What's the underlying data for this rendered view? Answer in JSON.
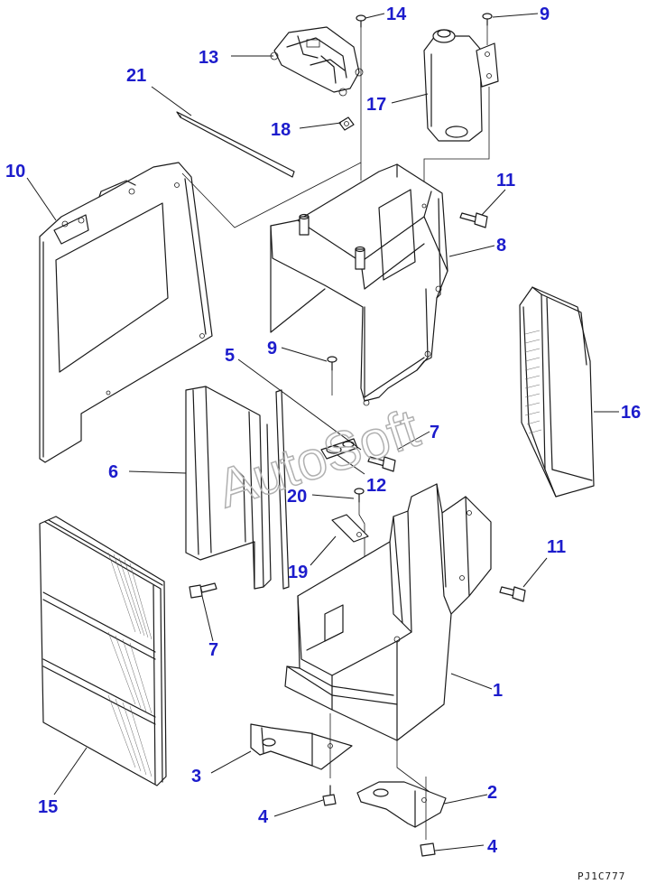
{
  "watermark": "AutoSoft",
  "drawing_code": "PJ1C777",
  "callouts": {
    "c14": "14",
    "c9a": "9",
    "c13": "13",
    "c17": "17",
    "c21": "21",
    "c18": "18",
    "c10": "10",
    "c11a": "11",
    "c8": "8",
    "c9b": "9",
    "c5": "5",
    "c7a": "7",
    "c16": "16",
    "c6": "6",
    "c12": "12",
    "c20": "20",
    "c11b": "11",
    "c19": "19",
    "c7b": "7",
    "c1": "1",
    "c3": "3",
    "c2": "2",
    "c15": "15",
    "c4a": "4",
    "c4b": "4"
  }
}
